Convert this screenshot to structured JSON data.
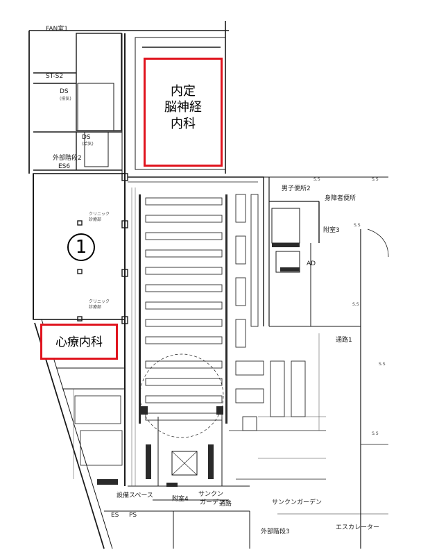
{
  "highlights": {
    "neuro": {
      "line1": "内定",
      "line2": "脳神経",
      "line3": "内科"
    },
    "cardio": {
      "text": "心療内科"
    }
  },
  "marker": {
    "text": "1"
  },
  "labels": {
    "fan_room": "FAN室1",
    "st": "ST-S2",
    "ds1": "DS",
    "ds1_sub": "(排気)",
    "ds2": "DS",
    "ds2_sub": "(給気)",
    "ext_stair2": "外部階段2",
    "es6": "ES6",
    "ss1": "S.S",
    "ss2": "S.S",
    "mens_wc2": "男子便所2",
    "disabled_wc": "身障者便所",
    "annex3": "附室3",
    "ad": "AD",
    "ss3": "S.S",
    "ss4": "S.S",
    "passage1": "通路1",
    "ss5": "S.S",
    "ss6": "S.S",
    "equip_space": "設備スペース",
    "annex4": "附室4",
    "sunken_garden_small": "サンクン",
    "garden_small": "ガーデン",
    "passage_small": "通路",
    "sunken_garden": "サンクンガーデン",
    "ps": "PS",
    "es": "ES",
    "escalator": "エスカレーター",
    "ext_stair3": "外部階段3",
    "clinic1": "クリニック",
    "clinic1_sub": "診療部",
    "clinic2": "クリニック",
    "clinic2_sub": "診療部"
  }
}
